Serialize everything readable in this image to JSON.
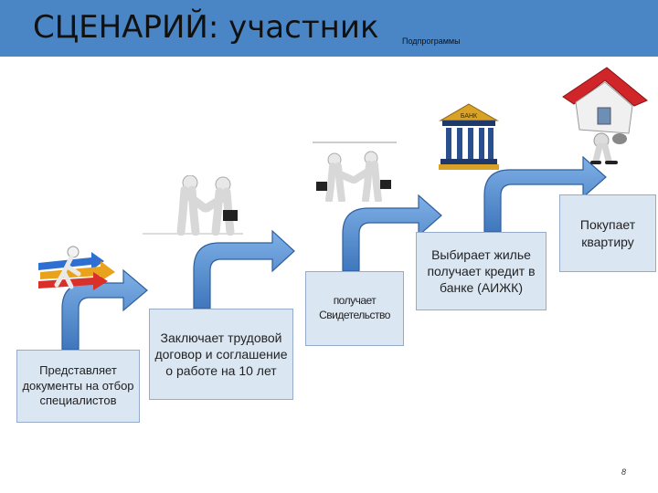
{
  "header": {
    "title": "СЦЕНАРИЙ: участник",
    "subtitle": "Подпрограммы"
  },
  "steps": [
    {
      "label": "Представляет документы на отбор специалистов"
    },
    {
      "label": "Заключает трудовой договор и соглашение о работе на 10 лет"
    },
    {
      "label": "получает Свидетельство"
    },
    {
      "label": "Выбирает жилье получает кредит в банке (АИЖК)"
    },
    {
      "label": "Покупает квартиру"
    }
  ],
  "icons": [
    "runner-icon",
    "handshake-icon",
    "handshake-icon",
    "bank-icon",
    "house-icon"
  ],
  "bank_sign": "БАНК",
  "page_number": "8",
  "colors": {
    "title_bar": "#4a86c5",
    "arrow_fill": "#5b8fd0",
    "step_fill": "#dbe6f3"
  }
}
